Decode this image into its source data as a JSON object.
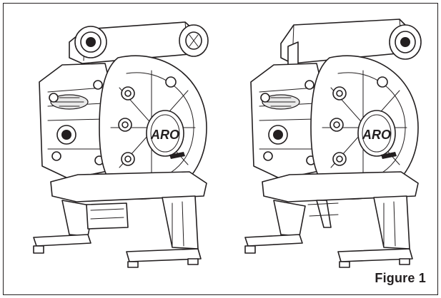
{
  "figure": {
    "caption": "Figure 1",
    "logo_text": "ARO",
    "items": [
      {
        "name": "pump-illustration-left",
        "variant": "npt-side-ports",
        "icon": "diaphragm-pump-icon"
      },
      {
        "name": "pump-illustration-right",
        "variant": "bspp-side-ports",
        "icon": "diaphragm-pump-icon"
      }
    ]
  },
  "colors": {
    "line": "#231f20",
    "background": "#ffffff",
    "shade": "#e9e9e9"
  }
}
